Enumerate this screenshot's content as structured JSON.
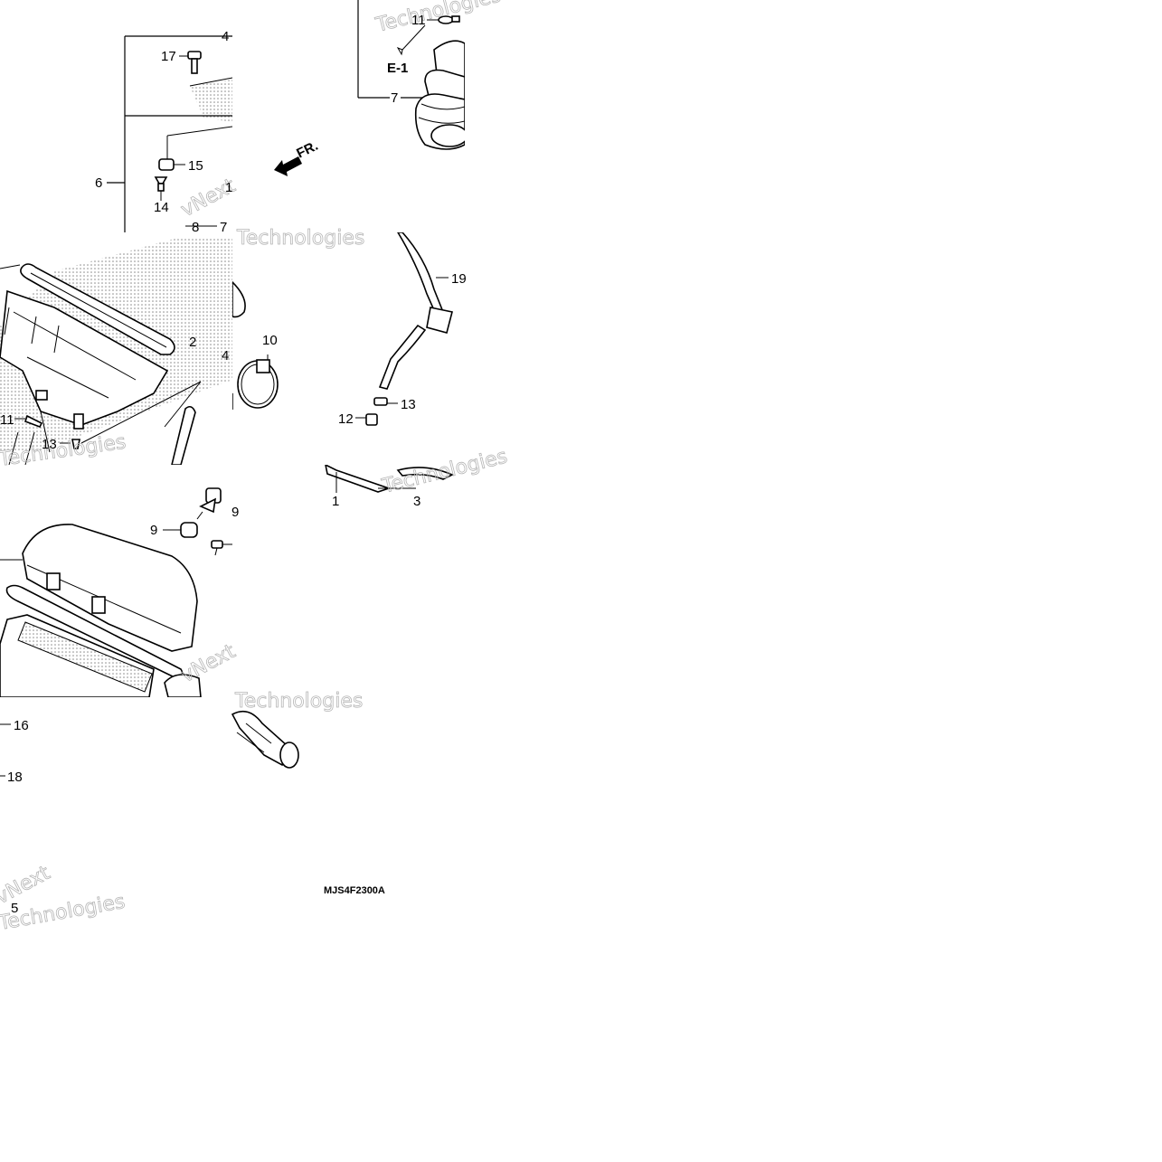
{
  "diagram": {
    "code": "MJS4F2300A",
    "reference": "E-1",
    "direction": "FR.",
    "watermark": "Technologies",
    "watermark_prefix": "vNext",
    "labels": {
      "p1": "1",
      "p2": "2",
      "p3": "3",
      "p4a": "4",
      "p4b": "4",
      "p5": "5",
      "p6": "6",
      "p7a": "7",
      "p7b": "7",
      "p8": "8",
      "p9a": "9",
      "p9b": "9",
      "p10": "10",
      "p11a": "11",
      "p11b": "11",
      "p12": "12",
      "p13a": "13",
      "p13b": "13",
      "p14": "14",
      "p15": "15",
      "p16": "16",
      "p17": "17",
      "p18": "18",
      "p19": "19",
      "p1x": "1"
    }
  }
}
